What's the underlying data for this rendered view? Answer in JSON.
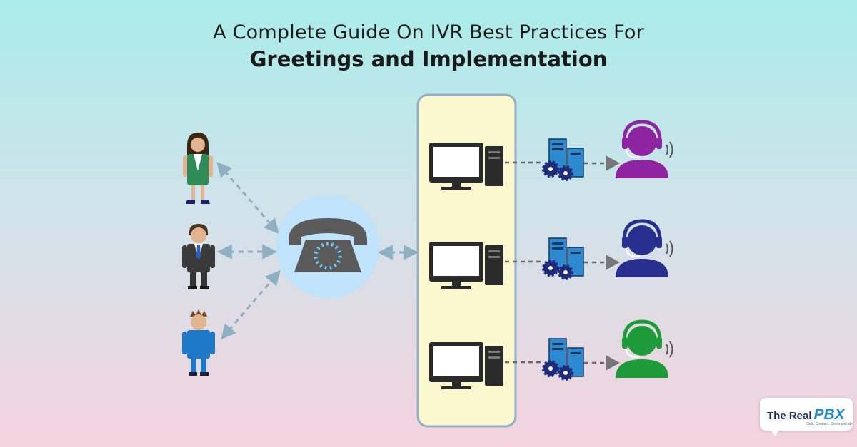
{
  "title": {
    "line1": "A Complete Guide On IVR Best Practices For",
    "line2": "Greetings and Implementation"
  },
  "callers": [
    {
      "name": "caller-woman",
      "suit": "#2e8b57"
    },
    {
      "name": "caller-businessman",
      "suit": "#3a3a3a"
    },
    {
      "name": "caller-man-blue",
      "suit": "#1e78c8"
    }
  ],
  "agents": [
    {
      "name": "agent-purple",
      "color": "#8e24a0"
    },
    {
      "name": "agent-navy",
      "color": "#27308f"
    },
    {
      "name": "agent-green",
      "color": "#1f9a3a"
    }
  ],
  "colors": {
    "ivr_panel": "#fbf8cf",
    "ivr_border": "#94aec4",
    "phone_halo": "#bfe3fa",
    "phone_body": "#5a5a5a",
    "arrow": "#8fb0c2",
    "server": "#2d8ad0"
  },
  "logo": {
    "brand": "The Real",
    "mark": "PBX",
    "tagline": "Click. Connect. Communicate"
  }
}
